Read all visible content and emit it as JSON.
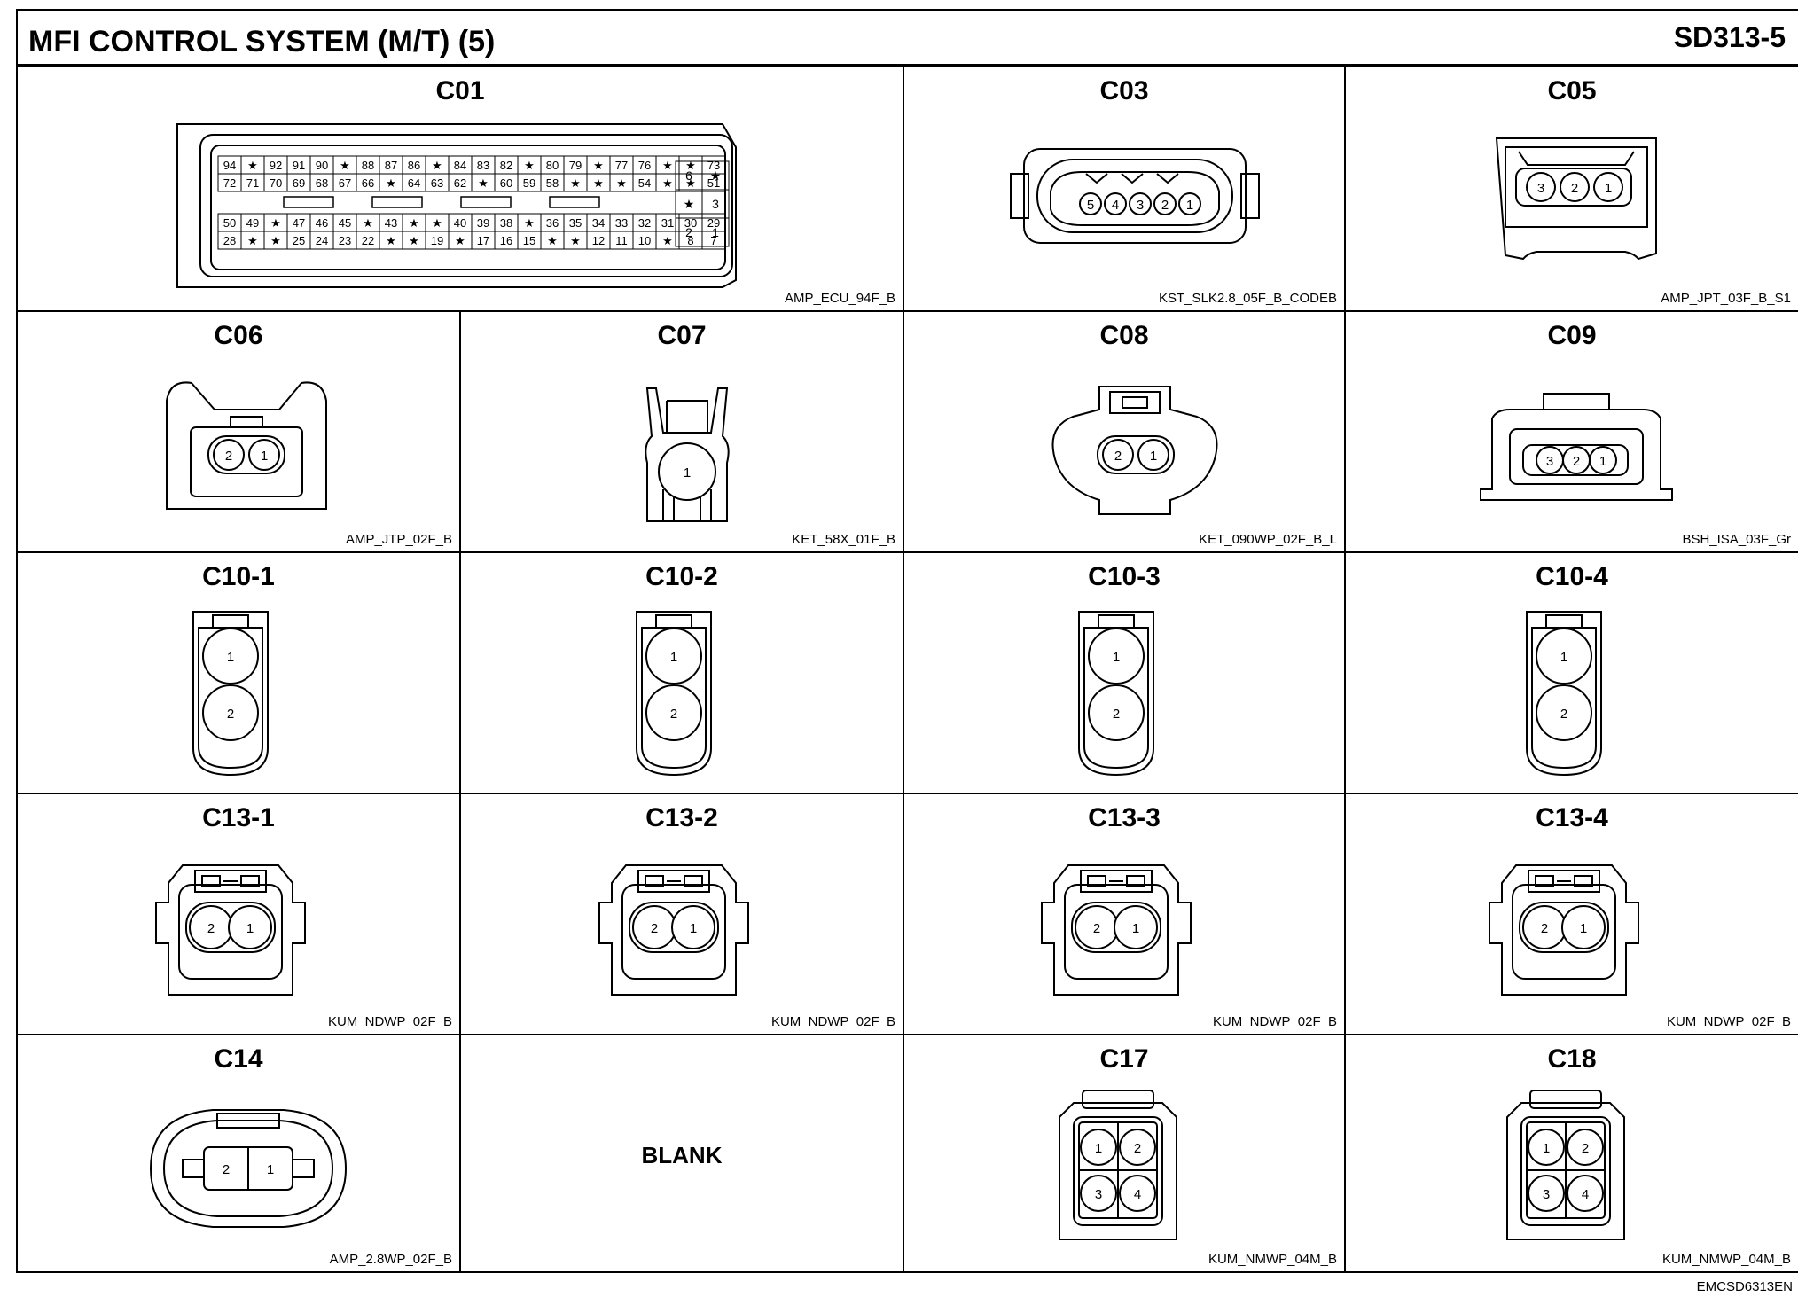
{
  "header": {
    "title": "MFI CONTROL SYSTEM (M/T) (5)",
    "code": "SD313-5"
  },
  "footer": {
    "code": "EMCSD6313EN"
  },
  "c01": {
    "label": "C01",
    "part": "AMP_ECU_94F_B",
    "rows": [
      [
        "94",
        "★",
        "92",
        "91",
        "90",
        "★",
        "88",
        "87",
        "86",
        "★",
        "84",
        "83",
        "82",
        "★",
        "80",
        "79",
        "★",
        "77",
        "76",
        "★",
        "★",
        "73"
      ],
      [
        "72",
        "71",
        "70",
        "69",
        "68",
        "67",
        "66",
        "★",
        "64",
        "63",
        "62",
        "★",
        "60",
        "59",
        "58",
        "★",
        "★",
        "★",
        "54",
        "★",
        "★",
        "51"
      ],
      [
        "50",
        "49",
        "★",
        "47",
        "46",
        "45",
        "★",
        "43",
        "★",
        "★",
        "40",
        "39",
        "38",
        "★",
        "36",
        "35",
        "34",
        "33",
        "32",
        "31",
        "30",
        "29"
      ],
      [
        "28",
        "★",
        "★",
        "25",
        "24",
        "23",
        "22",
        "★",
        "★",
        "19",
        "★",
        "17",
        "16",
        "15",
        "★",
        "★",
        "12",
        "11",
        "10",
        "★",
        "8",
        "7"
      ]
    ],
    "side": [
      [
        "6",
        "★"
      ],
      [
        "★",
        "3"
      ],
      [
        "2",
        "1"
      ]
    ]
  },
  "c03": {
    "label": "C03",
    "part": "KST_SLK2.8_05F_B_CODEB",
    "pins": [
      "5",
      "4",
      "3",
      "2",
      "1"
    ]
  },
  "c05": {
    "label": "C05",
    "part": "AMP_JPT_03F_B_S1",
    "pins": [
      "3",
      "2",
      "1"
    ]
  },
  "c06": {
    "label": "C06",
    "part": "AMP_JTP_02F_B",
    "pins": [
      "2",
      "1"
    ]
  },
  "c07": {
    "label": "C07",
    "part": "KET_58X_01F_B",
    "pins": [
      "1"
    ]
  },
  "c08": {
    "label": "C08",
    "part": "KET_090WP_02F_B_L",
    "pins": [
      "2",
      "1"
    ]
  },
  "c09": {
    "label": "C09",
    "part": "BSH_ISA_03F_Gr",
    "pins": [
      "3",
      "2",
      "1"
    ]
  },
  "c101": {
    "label": "C10-1",
    "pins": [
      "1",
      "2"
    ]
  },
  "c102": {
    "label": "C10-2",
    "pins": [
      "1",
      "2"
    ]
  },
  "c103": {
    "label": "C10-3",
    "pins": [
      "1",
      "2"
    ]
  },
  "c104": {
    "label": "C10-4",
    "pins": [
      "1",
      "2"
    ]
  },
  "c131": {
    "label": "C13-1",
    "part": "KUM_NDWP_02F_B",
    "pins": [
      "2",
      "1"
    ]
  },
  "c132": {
    "label": "C13-2",
    "part": "KUM_NDWP_02F_B",
    "pins": [
      "2",
      "1"
    ]
  },
  "c133": {
    "label": "C13-3",
    "part": "KUM_NDWP_02F_B",
    "pins": [
      "2",
      "1"
    ]
  },
  "c134": {
    "label": "C13-4",
    "part": "KUM_NDWP_02F_B",
    "pins": [
      "2",
      "1"
    ]
  },
  "c14": {
    "label": "C14",
    "part": "AMP_2.8WP_02F_B",
    "pins": [
      "2",
      "1"
    ]
  },
  "blank": {
    "text": "BLANK"
  },
  "c17": {
    "label": "C17",
    "part": "KUM_NMWP_04M_B",
    "pins": [
      "1",
      "2",
      "3",
      "4"
    ]
  },
  "c18": {
    "label": "C18",
    "part": "KUM_NMWP_04M_B",
    "pins": [
      "1",
      "2",
      "3",
      "4"
    ]
  }
}
